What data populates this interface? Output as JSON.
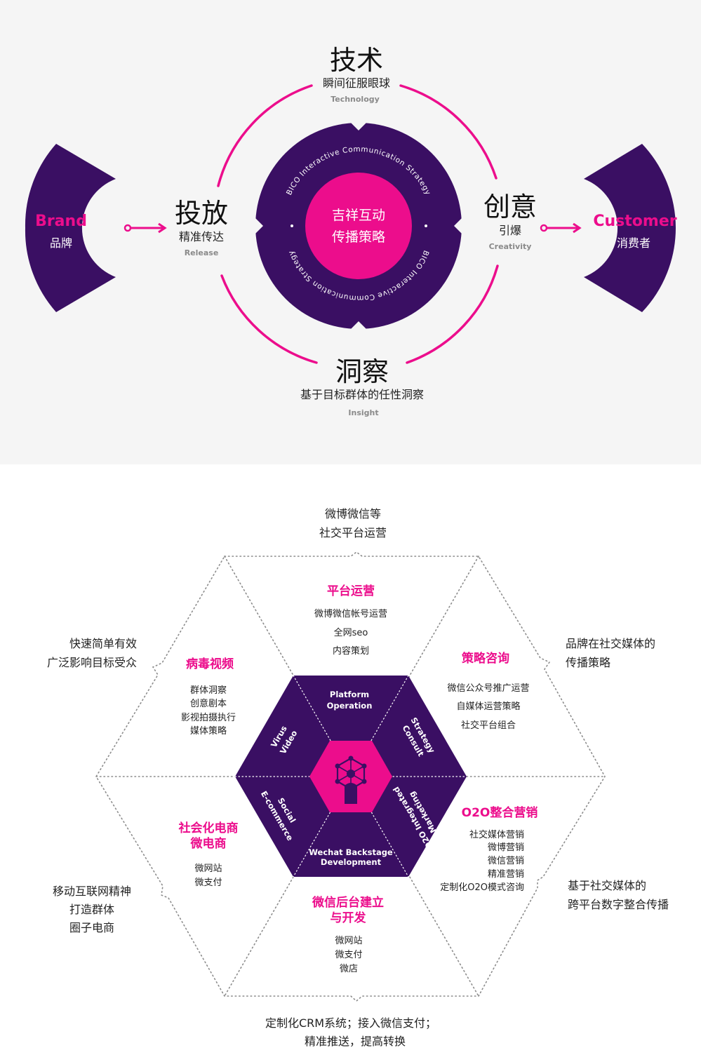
{
  "colors": {
    "purple": "#3a0f63",
    "pink": "#ec0d8c"
  },
  "cycle": {
    "core_line1": "吉祥互动",
    "core_line2": "传播策略",
    "ring_text": "BICO Interactive Communication Strategy",
    "brand": {
      "en": "Brand",
      "cn": "品牌"
    },
    "customer": {
      "en": "Customer",
      "cn": "消费者"
    },
    "technology": {
      "title": "技术",
      "sub": "瞬间征服眼球",
      "en": "Technology"
    },
    "release": {
      "title": "投放",
      "sub": "精准传达",
      "en": "Release"
    },
    "creativity": {
      "title": "创意",
      "sub": "引爆",
      "en": "Creativity"
    },
    "insight": {
      "title": "洞察",
      "sub": "基于目标群体的任性洞察",
      "en": "Insight"
    }
  },
  "hexagon": {
    "center_icon": "network-person-icon",
    "inner": {
      "platform": [
        "Platform",
        "Operation"
      ],
      "strategy": [
        "Strategy",
        "Consult"
      ],
      "o2o": [
        "O2O Integrated",
        "Marketing"
      ],
      "wechat": [
        "Wechat Backstage",
        "Development"
      ],
      "social": [
        "Social",
        "E-commerce"
      ],
      "virus": [
        "Virus",
        "Video"
      ]
    },
    "sections": {
      "platform": {
        "title": [
          "平台运营"
        ],
        "items": [
          "微博微信帐号运营",
          "全网seo",
          "内容策划"
        ]
      },
      "strategy": {
        "title": [
          "策略咨询"
        ],
        "items": [
          "微信公众号推广运营",
          "自媒体运营策略",
          "社交平台组合"
        ]
      },
      "o2o": {
        "title": [
          "O2O整合营销"
        ],
        "items": [
          "社交媒体营销",
          "微博营销",
          "微信营销",
          "精准营销",
          "定制化O2O模式咨询"
        ]
      },
      "wechat": {
        "title": [
          "微信后台建立",
          "与开发"
        ],
        "items": [
          "微网站",
          "微支付",
          "微店"
        ]
      },
      "social": {
        "title": [
          "社会化电商",
          "微电商"
        ],
        "items": [
          "微网站",
          "微支付"
        ]
      },
      "virus": {
        "title": [
          "病毒视频"
        ],
        "items": [
          "群体洞察",
          "创意剧本",
          "影视拍摄执行",
          "媒体策略"
        ]
      }
    },
    "outer": {
      "top": [
        "微博微信等",
        "社交平台运营"
      ],
      "top_right": [
        "品牌在社交媒体的",
        "传播策略"
      ],
      "bottom_right": [
        "基于社交媒体的",
        "跨平台数字整合传播"
      ],
      "bottom": [
        "定制化CRM系统；接入微信支付；",
        "精准推送，提高转换"
      ],
      "bottom_left": [
        "移动互联网精神",
        "打造群体",
        "圈子电商"
      ],
      "top_left": [
        "快速简单有效",
        "广泛影响目标受众"
      ]
    }
  }
}
